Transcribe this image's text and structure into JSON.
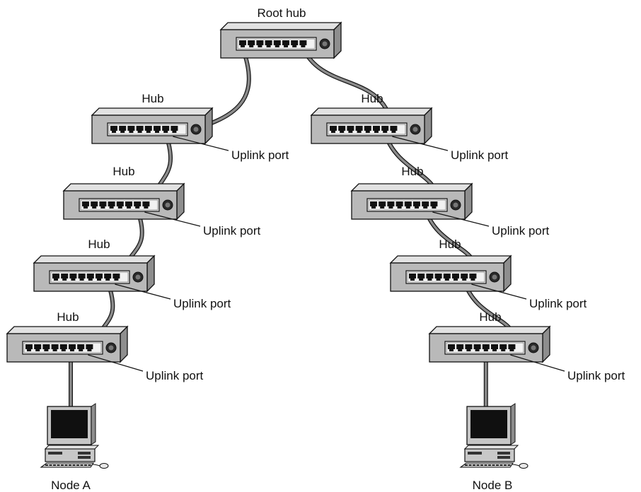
{
  "hubs": [
    {
      "id": "root",
      "label": "Root hub",
      "uplink_label": ""
    },
    {
      "id": "left1",
      "label": "Hub",
      "uplink_label": "Uplink port"
    },
    {
      "id": "left2",
      "label": "Hub",
      "uplink_label": "Uplink port"
    },
    {
      "id": "left3",
      "label": "Hub",
      "uplink_label": "Uplink port"
    },
    {
      "id": "left4",
      "label": "Hub",
      "uplink_label": "Uplink port"
    },
    {
      "id": "right1",
      "label": "Hub",
      "uplink_label": "Uplink port"
    },
    {
      "id": "right2",
      "label": "Hub",
      "uplink_label": "Uplink port"
    },
    {
      "id": "right3",
      "label": "Hub",
      "uplink_label": "Uplink port"
    },
    {
      "id": "right4",
      "label": "Hub",
      "uplink_label": "Uplink port"
    }
  ],
  "nodes": [
    {
      "id": "nodeA",
      "label": "Node A"
    },
    {
      "id": "nodeB",
      "label": "Node B"
    }
  ],
  "colors": {
    "hub_front": "#b9b9b9",
    "hub_top": "#e2e2e2",
    "hub_side": "#8e8e8e",
    "port_panel": "#f2f2f2",
    "cable": "#8c8c8c",
    "outline": "#111111"
  }
}
